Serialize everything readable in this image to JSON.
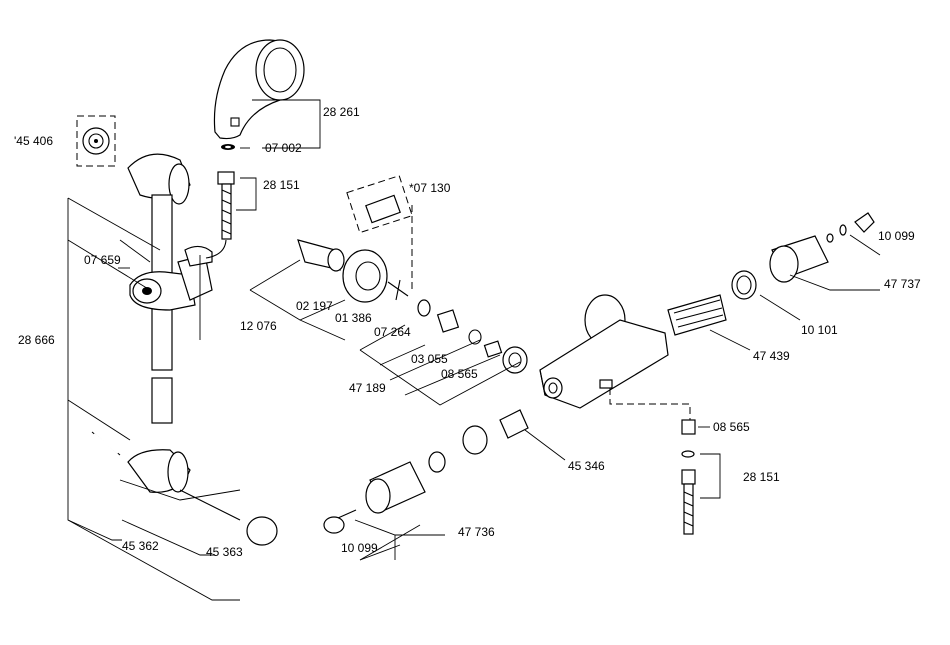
{
  "diagram": {
    "labels": {
      "p45406": "'45 406",
      "p28261": "28 261",
      "p07002": "07 002",
      "p28151a": "28 151",
      "p07659": "07 659",
      "p28666": "28 666",
      "p45362": "45 362",
      "p45363": "45 363",
      "p07130": "*07 130",
      "p02197": "02 197",
      "p12076": "12 076",
      "p01386": "01 386",
      "p07264": "07 264",
      "p03055": "03 055",
      "p08565a": "08 565",
      "p47189": "47 189",
      "p10099a": "10 099",
      "p47737": "47 737",
      "p10101": "10 101",
      "p47439": "47 439",
      "p45346": "45 346",
      "p08565b": "08 565",
      "p28151b": "28 151",
      "p47736": "47 736",
      "p10099b": "10 099"
    }
  }
}
